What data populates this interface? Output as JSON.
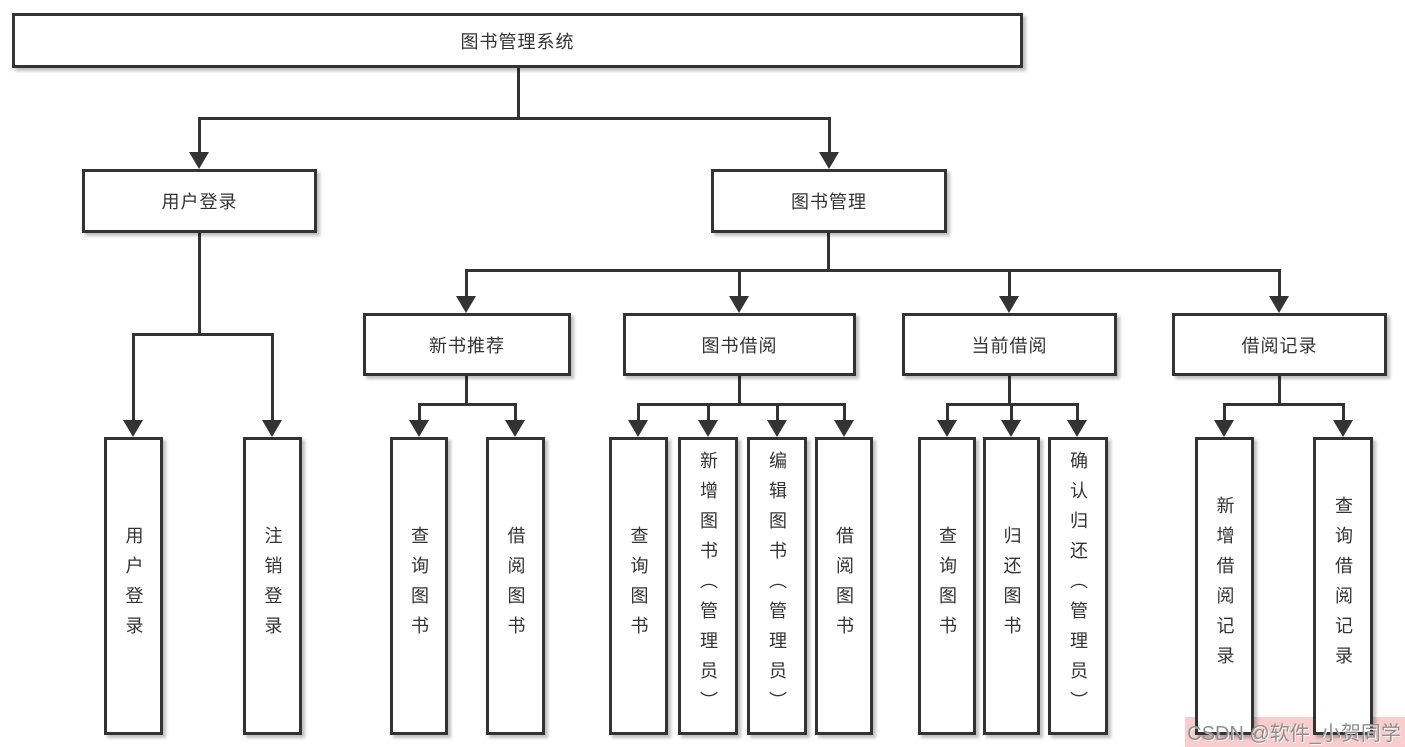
{
  "tree": {
    "label": "图书管理系统",
    "children": [
      {
        "label": "用户登录",
        "children": [
          {
            "label": "用户登录"
          },
          {
            "label": "注销登录"
          }
        ]
      },
      {
        "label": "图书管理",
        "children": [
          {
            "label": "新书推荐",
            "children": [
              {
                "label": "查询图书"
              },
              {
                "label": "借阅图书"
              }
            ]
          },
          {
            "label": "图书借阅",
            "children": [
              {
                "label": "查询图书"
              },
              {
                "label": "新增图书（管理员）"
              },
              {
                "label": "编辑图书（管理员）"
              },
              {
                "label": "借阅图书"
              }
            ]
          },
          {
            "label": "当前借阅",
            "children": [
              {
                "label": "查询图书"
              },
              {
                "label": "归还图书"
              },
              {
                "label": "确认归还（管理员）"
              }
            ]
          },
          {
            "label": "借阅记录",
            "children": [
              {
                "label": "新增借阅记录"
              },
              {
                "label": "查询借阅记录"
              }
            ]
          }
        ]
      }
    ]
  },
  "watermark": {
    "text": "CSDN @软件_小贺同学"
  },
  "colors": {
    "line": "#333333",
    "box_bg": "#ffffff",
    "text": "#333333",
    "watermark_bg": "#f8cdcd",
    "watermark_text": "#8f8f8f"
  }
}
